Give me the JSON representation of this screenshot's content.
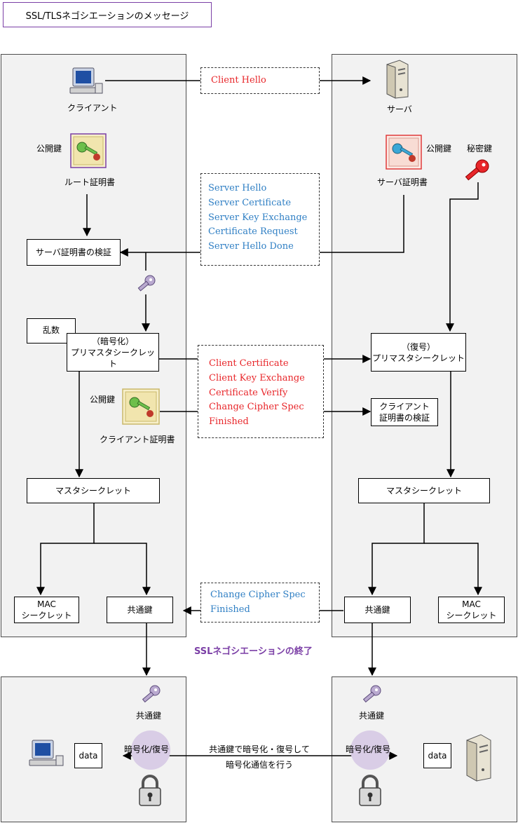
{
  "title": "SSL/TLSネゴシエーションのメッセージ",
  "client": {
    "label": "クライアント",
    "pubkey_label": "公開鍵",
    "root_cert_label": "ルート証明書",
    "verify_server_cert": "サーバ証明書の検証",
    "random_label": "乱数",
    "premaster_line1": "（暗号化）",
    "premaster_line2": "プリマスタシークレット",
    "client_pubkey_label": "公開鍵",
    "client_cert_label": "クライアント証明書",
    "master_secret": "マスタシークレット",
    "mac_line1": "MAC",
    "mac_line2": "シークレット",
    "common_key": "共通鍵"
  },
  "server": {
    "label": "サーバ",
    "pubkey_label": "公開鍵",
    "privkey_label": "秘密鍵",
    "server_cert_label": "サーバ証明書",
    "premaster_line1": "（復号）",
    "premaster_line2": "プリマスタシークレット",
    "verify_client_line1": "クライアント",
    "verify_client_line2": "証明書の検証",
    "master_secret": "マスタシークレット",
    "common_key": "共通鍵",
    "mac_line1": "MAC",
    "mac_line2": "シークレット"
  },
  "messages": {
    "client_hello": [
      "Client Hello"
    ],
    "server_hello": [
      "Server Hello",
      "Server Certificate",
      "Server Key Exchange",
      "Certificate Request",
      "Server Hello Done"
    ],
    "client_cert": [
      "Client Certificate",
      "Client Key Exchange",
      "Certificate Verify",
      "Change Cipher Spec",
      "Finished"
    ],
    "change_cipher": [
      "Change Cipher Spec",
      "Finished"
    ]
  },
  "end_label": "SSLネゴシエーションの終了",
  "bottom": {
    "left_key_label": "共通鍵",
    "right_key_label": "共通鍵",
    "left_crypt": "暗号化/復号",
    "right_crypt": "暗号化/復号",
    "left_data": "data",
    "right_data": "data",
    "comm_line1": "共通鍵で暗号化・復号して",
    "comm_line2": "暗号化通信を行う"
  },
  "colors": {
    "red_text": "#e8262a",
    "blue_text": "#2f7fc4",
    "end_label": "#7b3fa6",
    "panel_bg": "#f2f2f2"
  },
  "icons": [
    "computer-icon",
    "server-icon",
    "certificate-icon",
    "key-icon",
    "padlock-icon"
  ]
}
